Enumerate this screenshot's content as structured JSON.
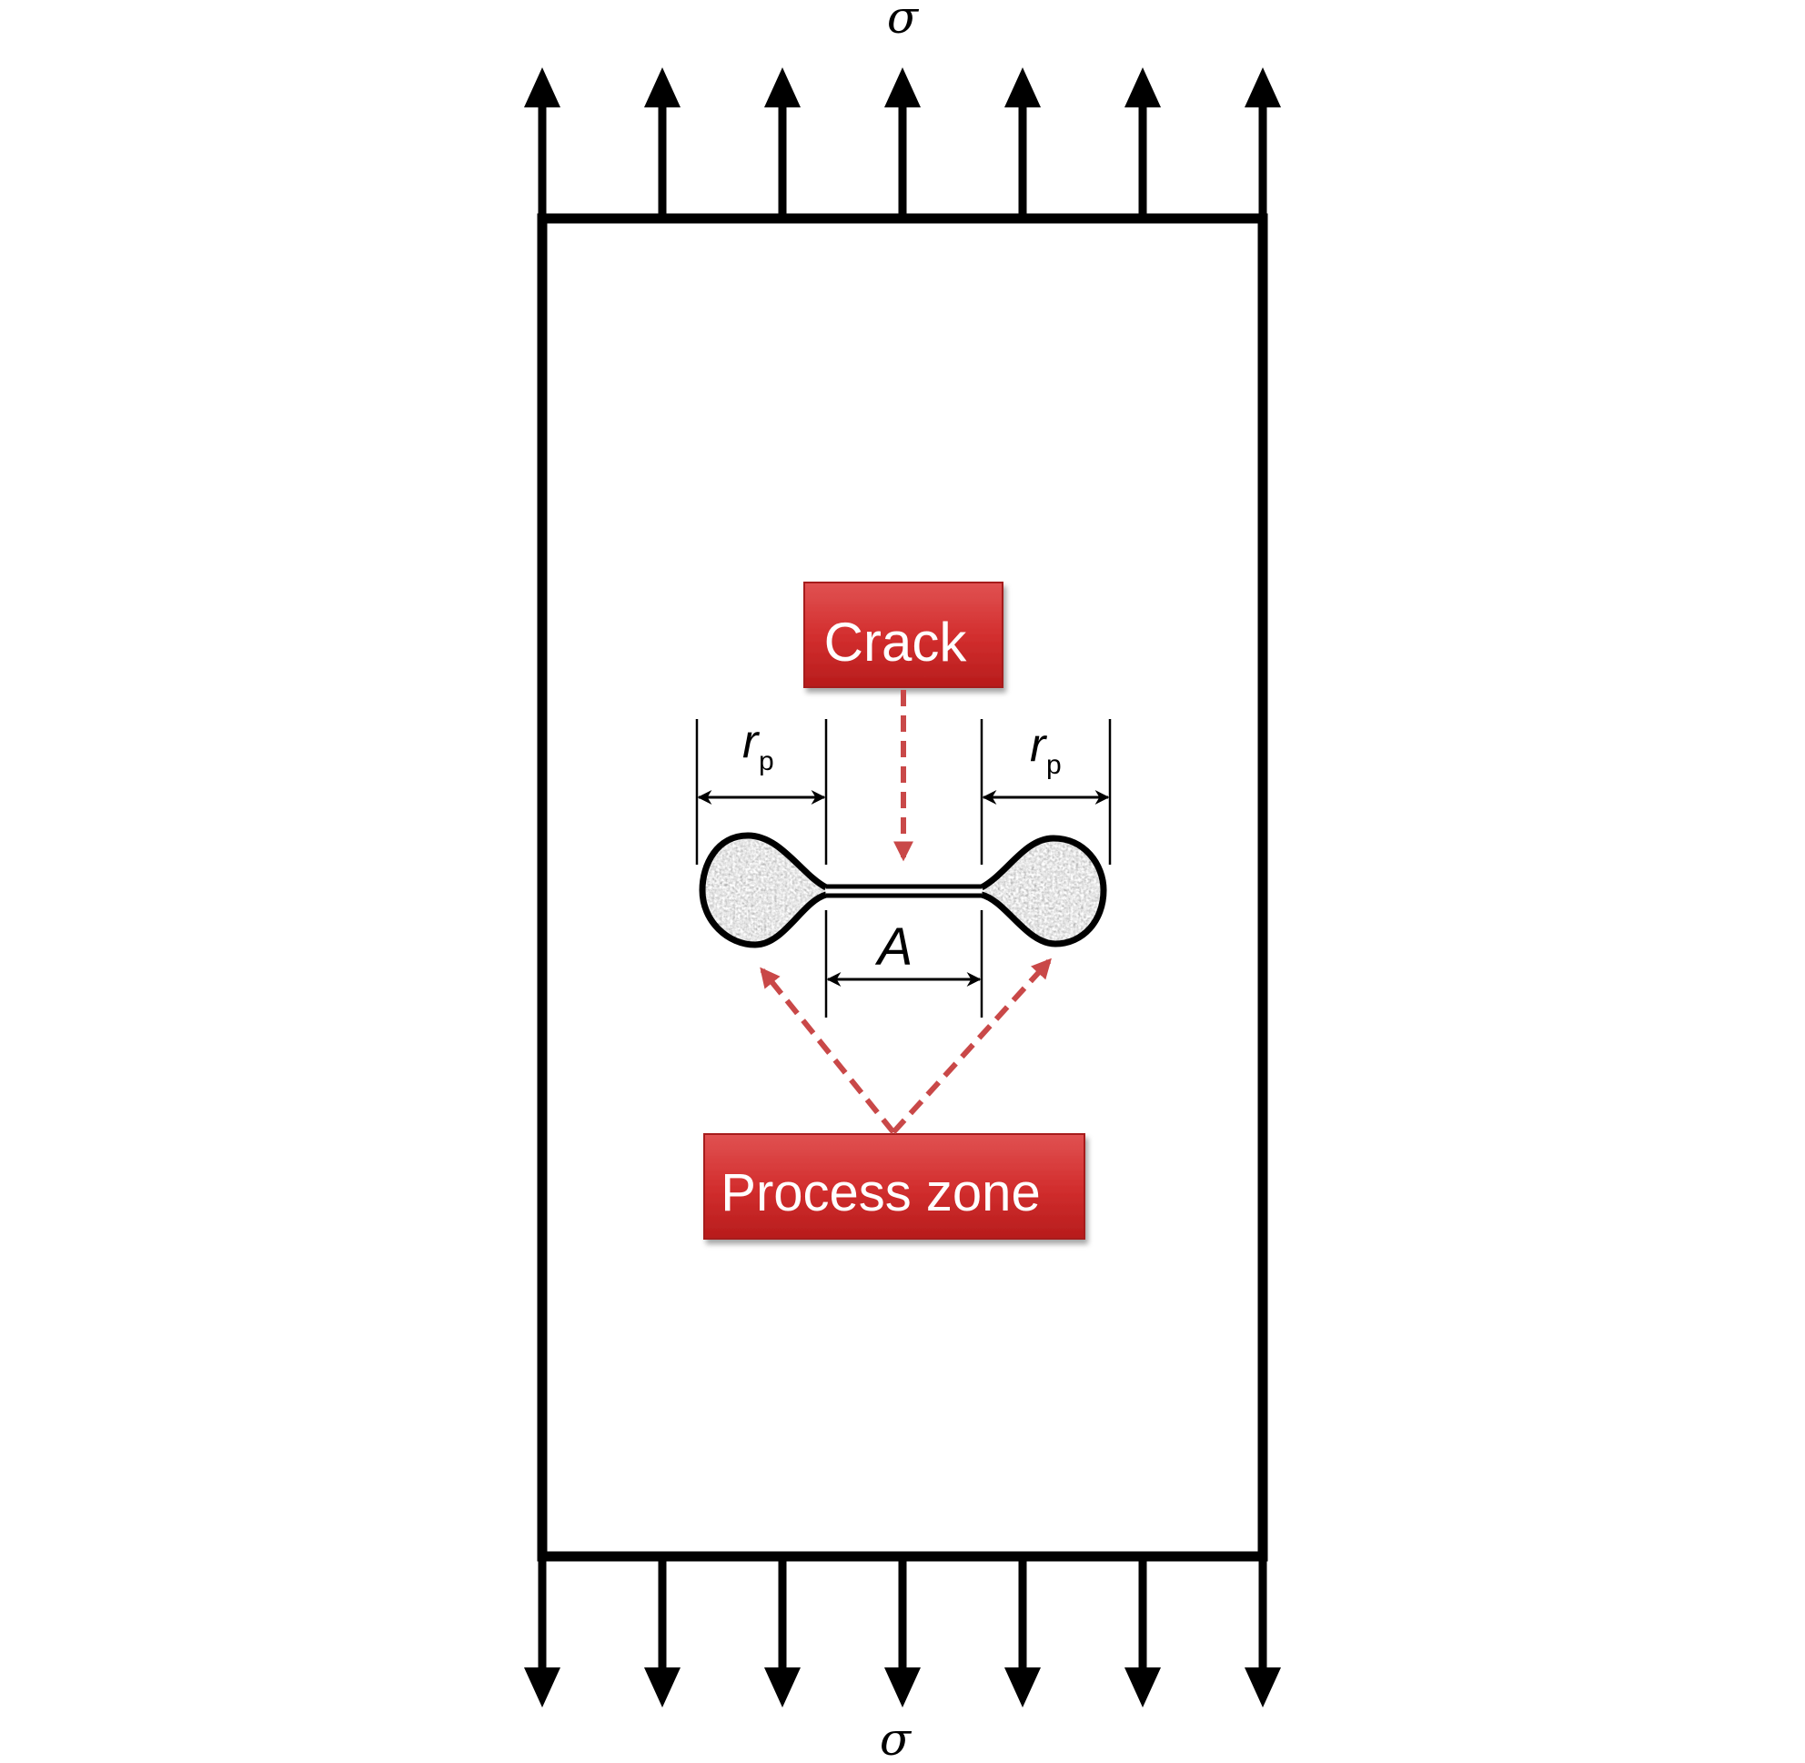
{
  "diagram": {
    "load_top_label": "σ",
    "load_bottom_label": "σ",
    "crack_label": "Crack",
    "process_zone_label": "Process zone",
    "left_dim": {
      "symbol": "r",
      "subscript": "p"
    },
    "right_dim": {
      "symbol": "r",
      "subscript": "p"
    },
    "crack_length_symbol": "A",
    "colors": {
      "outline": "#000000",
      "label_fill": "#d32f2f",
      "label_edge": "#a61b1b",
      "pointer": "#c94848",
      "zone_fill": "#bdbdbd"
    }
  }
}
